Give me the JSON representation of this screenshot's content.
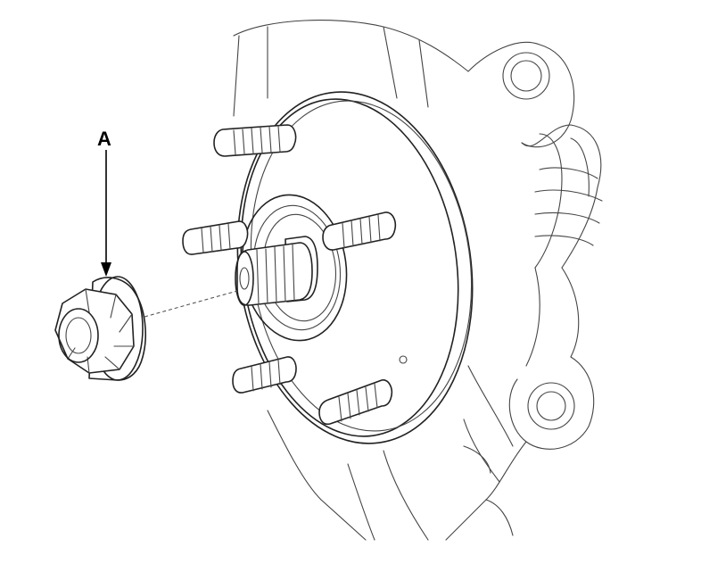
{
  "figure": {
    "callout_label": "A",
    "parts": {
      "lock_nut": "hub-lock-nut",
      "hub": "wheel-hub",
      "studs": "wheel-studs",
      "drive_shaft": "drive-shaft-spline",
      "knuckle": "steering-knuckle"
    },
    "line_color": "#222222",
    "background_color": "#ffffff"
  }
}
